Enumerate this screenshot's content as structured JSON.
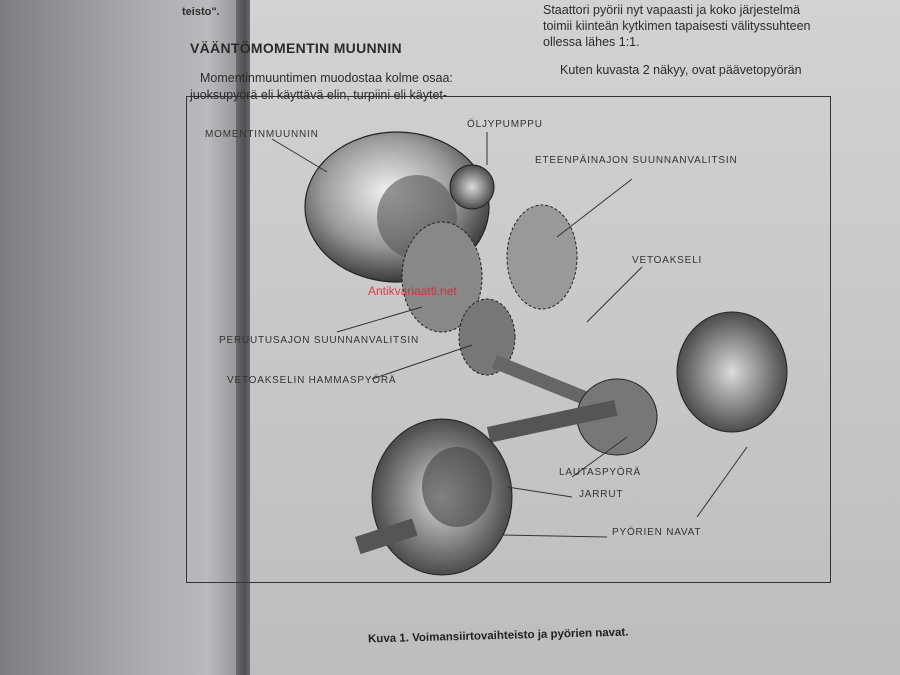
{
  "document": {
    "margin_fragment_1": "teisto\".",
    "margin_fragment_2": "...",
    "heading": "VÄÄNTÖMOMENTIN MUUNNIN",
    "para_left_1": "Momentinmuuntimen muodostaa kolme osaa:",
    "para_left_2": "juoksupyörä eli käyttävä elin, turpiini eli käytet-",
    "para_right_1": "Staattori pyörii nyt vapaasti ja koko järjestelmä",
    "para_right_2": "toimii kiinteän kytkimen tapaisesti välityssuhteen",
    "para_right_3": "ollessa lähes 1:1.",
    "para_right_4": "Kuten kuvasta 2 näkyy, ovat päävetopyörän"
  },
  "figure": {
    "labels": {
      "momentinmuunnin": "MOMENTINMUUNNIN",
      "oljypumppu": "ÖLJYPUMPPU",
      "eteenpain": "ETEENPÄINAJON SUUNNANVALITSIN",
      "vetoakseli": "VETOAKSELI",
      "peruutus": "PERUUTUSAJON SUUNNANVALITSIN",
      "vetoakselin_hammaspyora": "VETOAKSELIN HAMMASPYÖRÄ",
      "lautaspyora": "LAUTASPYÖRÄ",
      "jarrut": "JARRUT",
      "pyorien_navat": "PYÖRIEN NAVAT"
    },
    "caption": "Kuva 1. Voimansiirtovaihteisto ja pyörien navat."
  },
  "watermark": "Antikvariaatti.net"
}
